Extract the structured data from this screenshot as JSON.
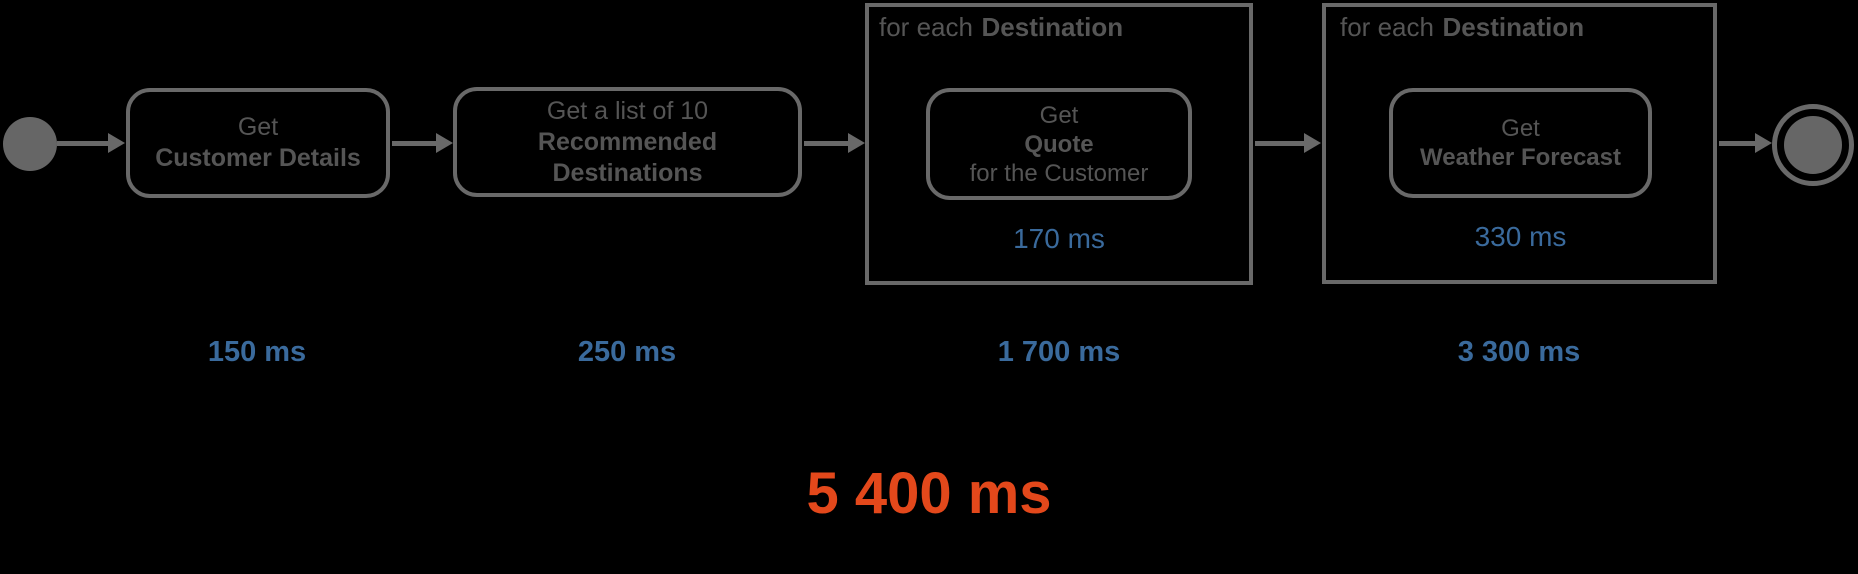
{
  "diagram": {
    "type": "activity-flow-with-timings",
    "total_duration": "5 400 ms",
    "steps": [
      {
        "id": "get-customer-details",
        "pre": "Get",
        "emph": "Customer Details",
        "duration": "150 ms"
      },
      {
        "id": "get-recommended-destinations",
        "pre": "Get a list of 10",
        "emph": "Recommended\nDestinations",
        "duration": "250 ms"
      },
      {
        "id": "get-quote",
        "loop_regular": "for each",
        "loop_bold": "Destination",
        "pre": "Get",
        "emph": "Quote",
        "post": "for the Customer",
        "inner_duration": "170 ms",
        "duration": "1 700 ms"
      },
      {
        "id": "get-weather-forecast",
        "loop_regular": "for each",
        "loop_bold": "Destination",
        "pre": "Get",
        "emph": "Weather Forecast",
        "inner_duration": "330 ms",
        "duration": "3 300 ms"
      }
    ],
    "colors": {
      "background": "#000000",
      "line_gray": "#696969",
      "node_fill_gray": "#666666",
      "text_gray": "#555555",
      "duration_blue": "#3a6a9c",
      "total_orange": "#e3481b"
    }
  }
}
